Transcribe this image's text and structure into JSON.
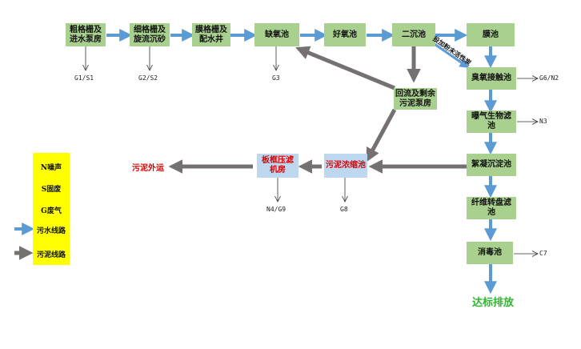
{
  "boxes": {
    "coarse_screen": "粗格栅及\n进水泵房",
    "fine_screen": "细格栅及\n旋流沉砂",
    "membrane_screen": "膜格栅及\n配水井",
    "anoxic": "缺氧池",
    "aerobic": "好氧池",
    "secondary_clarifier": "二沉池",
    "membrane_tank": "膜池",
    "ozone_contact": "臭氧接触池",
    "baf": "曝气生物滤池",
    "coagulation": "絮凝沉淀池",
    "fiber_disc": "纤维转盘滤池",
    "disinfection": "消毒池",
    "return_pump": "回流及剩余\n污泥泵房",
    "thickener": "污泥浓缩池",
    "press_room": "板框压滤\n机房"
  },
  "labels": {
    "g1s1": "G1/S1",
    "g2s2": "G2/S2",
    "g3": "G3",
    "g6n2": "G6/N2",
    "n3": "N3",
    "c7": "C7",
    "n4g9": "N4/G9",
    "g8": "G8",
    "sludge_out": "污泥外运",
    "discharge": "达标排放",
    "carbon": "投加粉末活性炭"
  },
  "legend": {
    "noise": "N噪声",
    "solid": "S固废",
    "gas": "G废气",
    "water_line": "污水线路",
    "sludge_line": "污泥线路"
  },
  "colors": {
    "box_green": "#a9d08e",
    "box_blue": "#bdd7ee",
    "water_arrow": "#5b9bd5",
    "sludge_arrow": "#767171",
    "legend_bg": "#ffff00",
    "red_text": "#e00000",
    "discharge_green": "#2eb82e"
  }
}
